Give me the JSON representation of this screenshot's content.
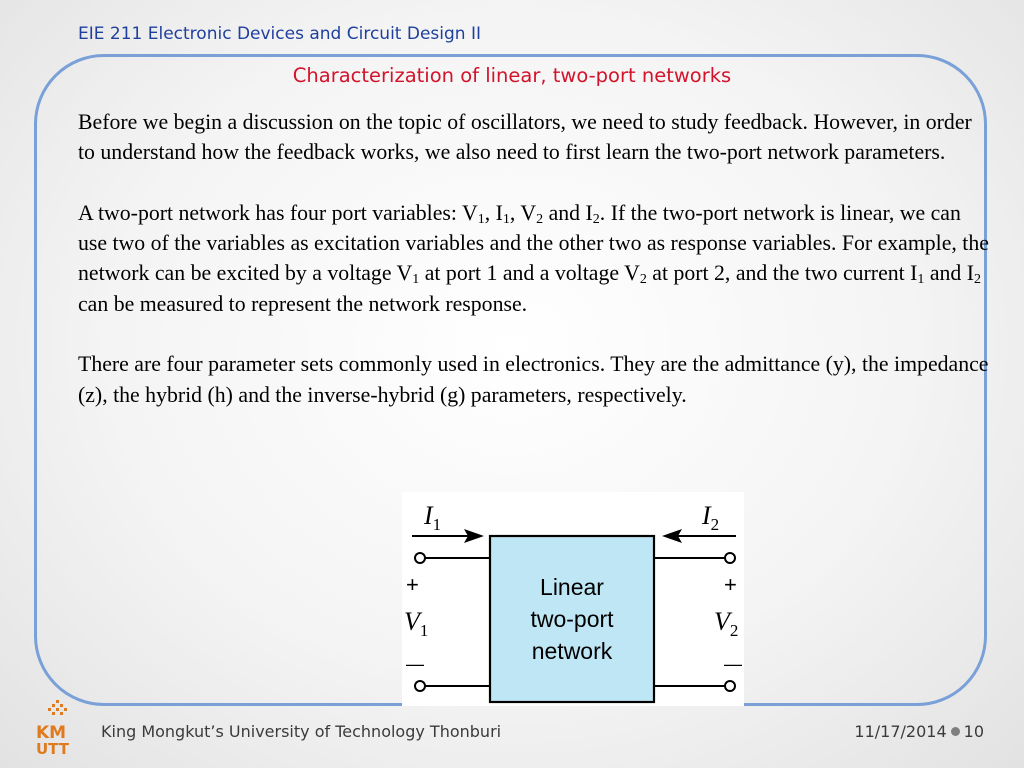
{
  "header": {
    "course": "EIE 211 Electronic Devices and Circuit Design II"
  },
  "slide": {
    "title": "Characterization of linear, two-port networks",
    "paragraph1": "Before we begin a discussion on the topic of oscillators, we need to study feedback. However, in order to understand how the feedback works, we also need to first learn the two-port network parameters.",
    "paragraph2": {
      "s1": "A two-port network has four port variables: V",
      "sub1": "1",
      "s2": ", I",
      "sub2": "1",
      "s3": ", V",
      "sub3": "2",
      "s4": " and I",
      "sub4": "2",
      "s5": ". If the two-port network is linear, we can use two of the variables as excitation variables and the other two as response variables. For example, the network can be excited by a voltage V",
      "sub5": "1",
      "s6": " at port 1 and a voltage V",
      "sub6": "2",
      "s7": " at port 2, and the two current I",
      "sub7": "1",
      "s8": " and I",
      "sub8": "2",
      "s9": " can be measured to represent the network response."
    },
    "paragraph3": "There are four parameter sets commonly used in electronics. They are the admittance (y), the impedance (z), the hybrid (h) and the inverse-hybrid (g) parameters, respectively."
  },
  "diagram": {
    "box_line1": "Linear",
    "box_line2": "two-port",
    "box_line3": "network",
    "i1_letter": "I",
    "i1_sub": "1",
    "i2_letter": "I",
    "i2_sub": "2",
    "v1_letter": "V",
    "v1_sub": "1",
    "v2_letter": "V",
    "v2_sub": "2",
    "plus": "+",
    "minus": "—",
    "box_fill": "#bfe6f5"
  },
  "footer": {
    "institution": "King Mongkut’s University of Technology Thonburi",
    "date": "11/17/2014",
    "slide_number": "10"
  },
  "logo": {
    "line1": "KM",
    "line2": "UTT",
    "icon": "kmutt-logo"
  },
  "colors": {
    "header_blue": "#1f3f9e",
    "title_red": "#d2132b",
    "frame_blue": "#7aa0d8",
    "logo_orange": "#e07a1f"
  }
}
